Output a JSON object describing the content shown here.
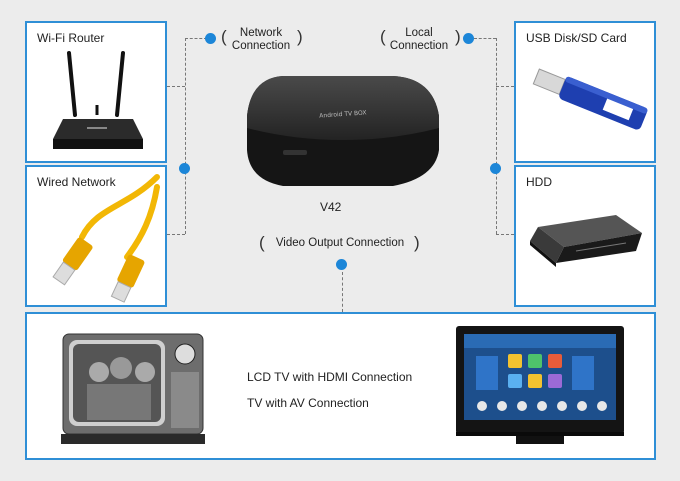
{
  "panels": {
    "wifi_router": "Wi-Fi Router",
    "wired_network": "Wired Network",
    "usb_disk": "USB Disk/SD Card",
    "hdd": "HDD"
  },
  "connections": {
    "network_line1": "Network",
    "network_line2": "Connection",
    "local_line1": "Local",
    "local_line2": "Connection",
    "video_output": "Video Output Connection"
  },
  "device": {
    "model": "V42",
    "box_print": "Android TV BOX"
  },
  "tv": {
    "lcd_label": "LCD TV with HDMI Connection",
    "av_label": "TV with AV Connection"
  },
  "colors": {
    "accent": "#2f8fd6",
    "dot": "#1c86d8",
    "cable": "#f2b705"
  }
}
